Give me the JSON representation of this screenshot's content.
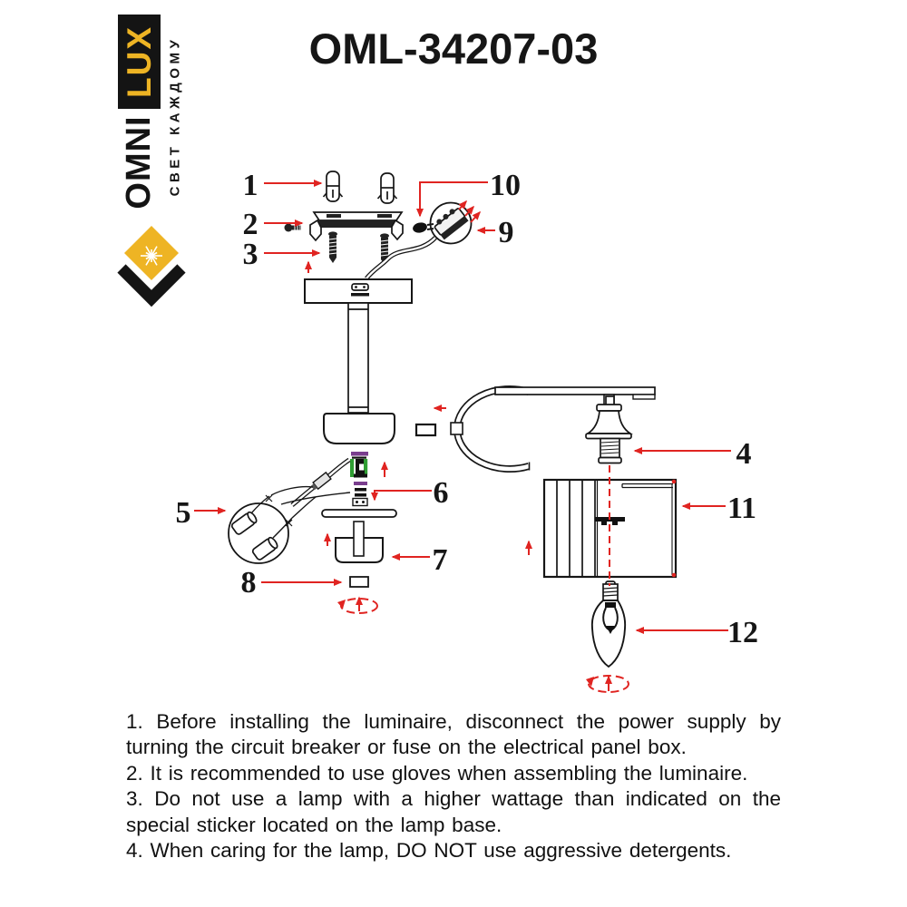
{
  "logo": {
    "brand_word_1": "OMNI",
    "brand_word_2": "LUX",
    "tagline": "СВЕТ КАЖДОМУ"
  },
  "header": {
    "model": "OML-34207-03"
  },
  "diagram": {
    "part_numbers": {
      "p1": "1",
      "p2": "2",
      "p3": "3",
      "p4": "4",
      "p5": "5",
      "p6": "6",
      "p7": "7",
      "p8": "8",
      "p9": "9",
      "p10": "10",
      "p11": "11",
      "p12": "12"
    }
  },
  "instructions": {
    "items": [
      "1. Before installing the luminaire, disconnect the power supply by turning the circuit breaker or fuse on the electrical panel box.",
      "2. It is recommended to use gloves when assembling the luminaire.",
      "3. Do not use a lamp with a higher wattage than indicated on the special sticker located on the lamp base.",
      "4. When caring for the lamp, DO NOT use aggressive detergents."
    ]
  },
  "colors": {
    "accent_red": "#e02421",
    "brand_gold": "#eeb424",
    "terminal_green": "#2f9e33",
    "terminal_purple": "#7a3e8e",
    "line_black": "#111111"
  }
}
